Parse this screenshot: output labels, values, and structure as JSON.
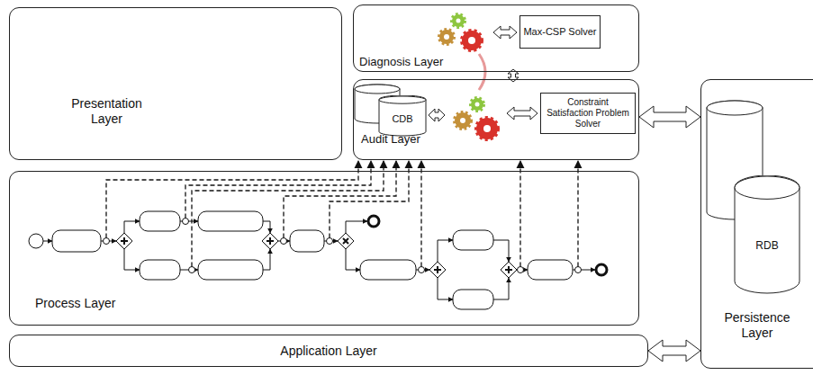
{
  "diagram": {
    "nodes": [
      {
        "text": [
          "Presentation Layer"
        ]
      },
      {
        "text": [
          "Diagnosis Layer"
        ]
      },
      {
        "text": [
          "Max-CSP Solver"
        ],
        "in": 1
      },
      {
        "text": [
          "Audit Layer"
        ]
      },
      {
        "text": [
          "CDB"
        ],
        "in": 3
      },
      {
        "text": [
          "Constraint Satisfaction Problem Solver"
        ],
        "in": 3
      },
      {
        "text": [
          "Process Layer"
        ]
      },
      {
        "text": [
          "Application Layer"
        ]
      },
      {
        "text": [
          "Persistence Layer"
        ]
      },
      {
        "text": [
          "RDB"
        ],
        "in": 8
      }
    ],
    "edges": [
      {
        "from": 1,
        "to": 3,
        "arrow": "both"
      },
      {
        "from": 3,
        "to": 8,
        "arrow": "both"
      },
      {
        "from": 7,
        "to": 8,
        "arrow": "both"
      },
      {
        "from": 6,
        "to": 3,
        "arrow": "to"
      },
      {
        "from": 6,
        "to": 3,
        "arrow": "to"
      },
      {
        "from": 6,
        "to": 3,
        "arrow": "to"
      },
      {
        "from": 6,
        "to": 3,
        "arrow": "to"
      },
      {
        "from": 6,
        "to": 3,
        "arrow": "to"
      },
      {
        "from": 6,
        "to": 3,
        "arrow": "to"
      },
      {
        "from": 6,
        "to": 3,
        "arrow": "to"
      },
      {
        "from": 6,
        "to": 3,
        "arrow": "to"
      }
    ]
  }
}
